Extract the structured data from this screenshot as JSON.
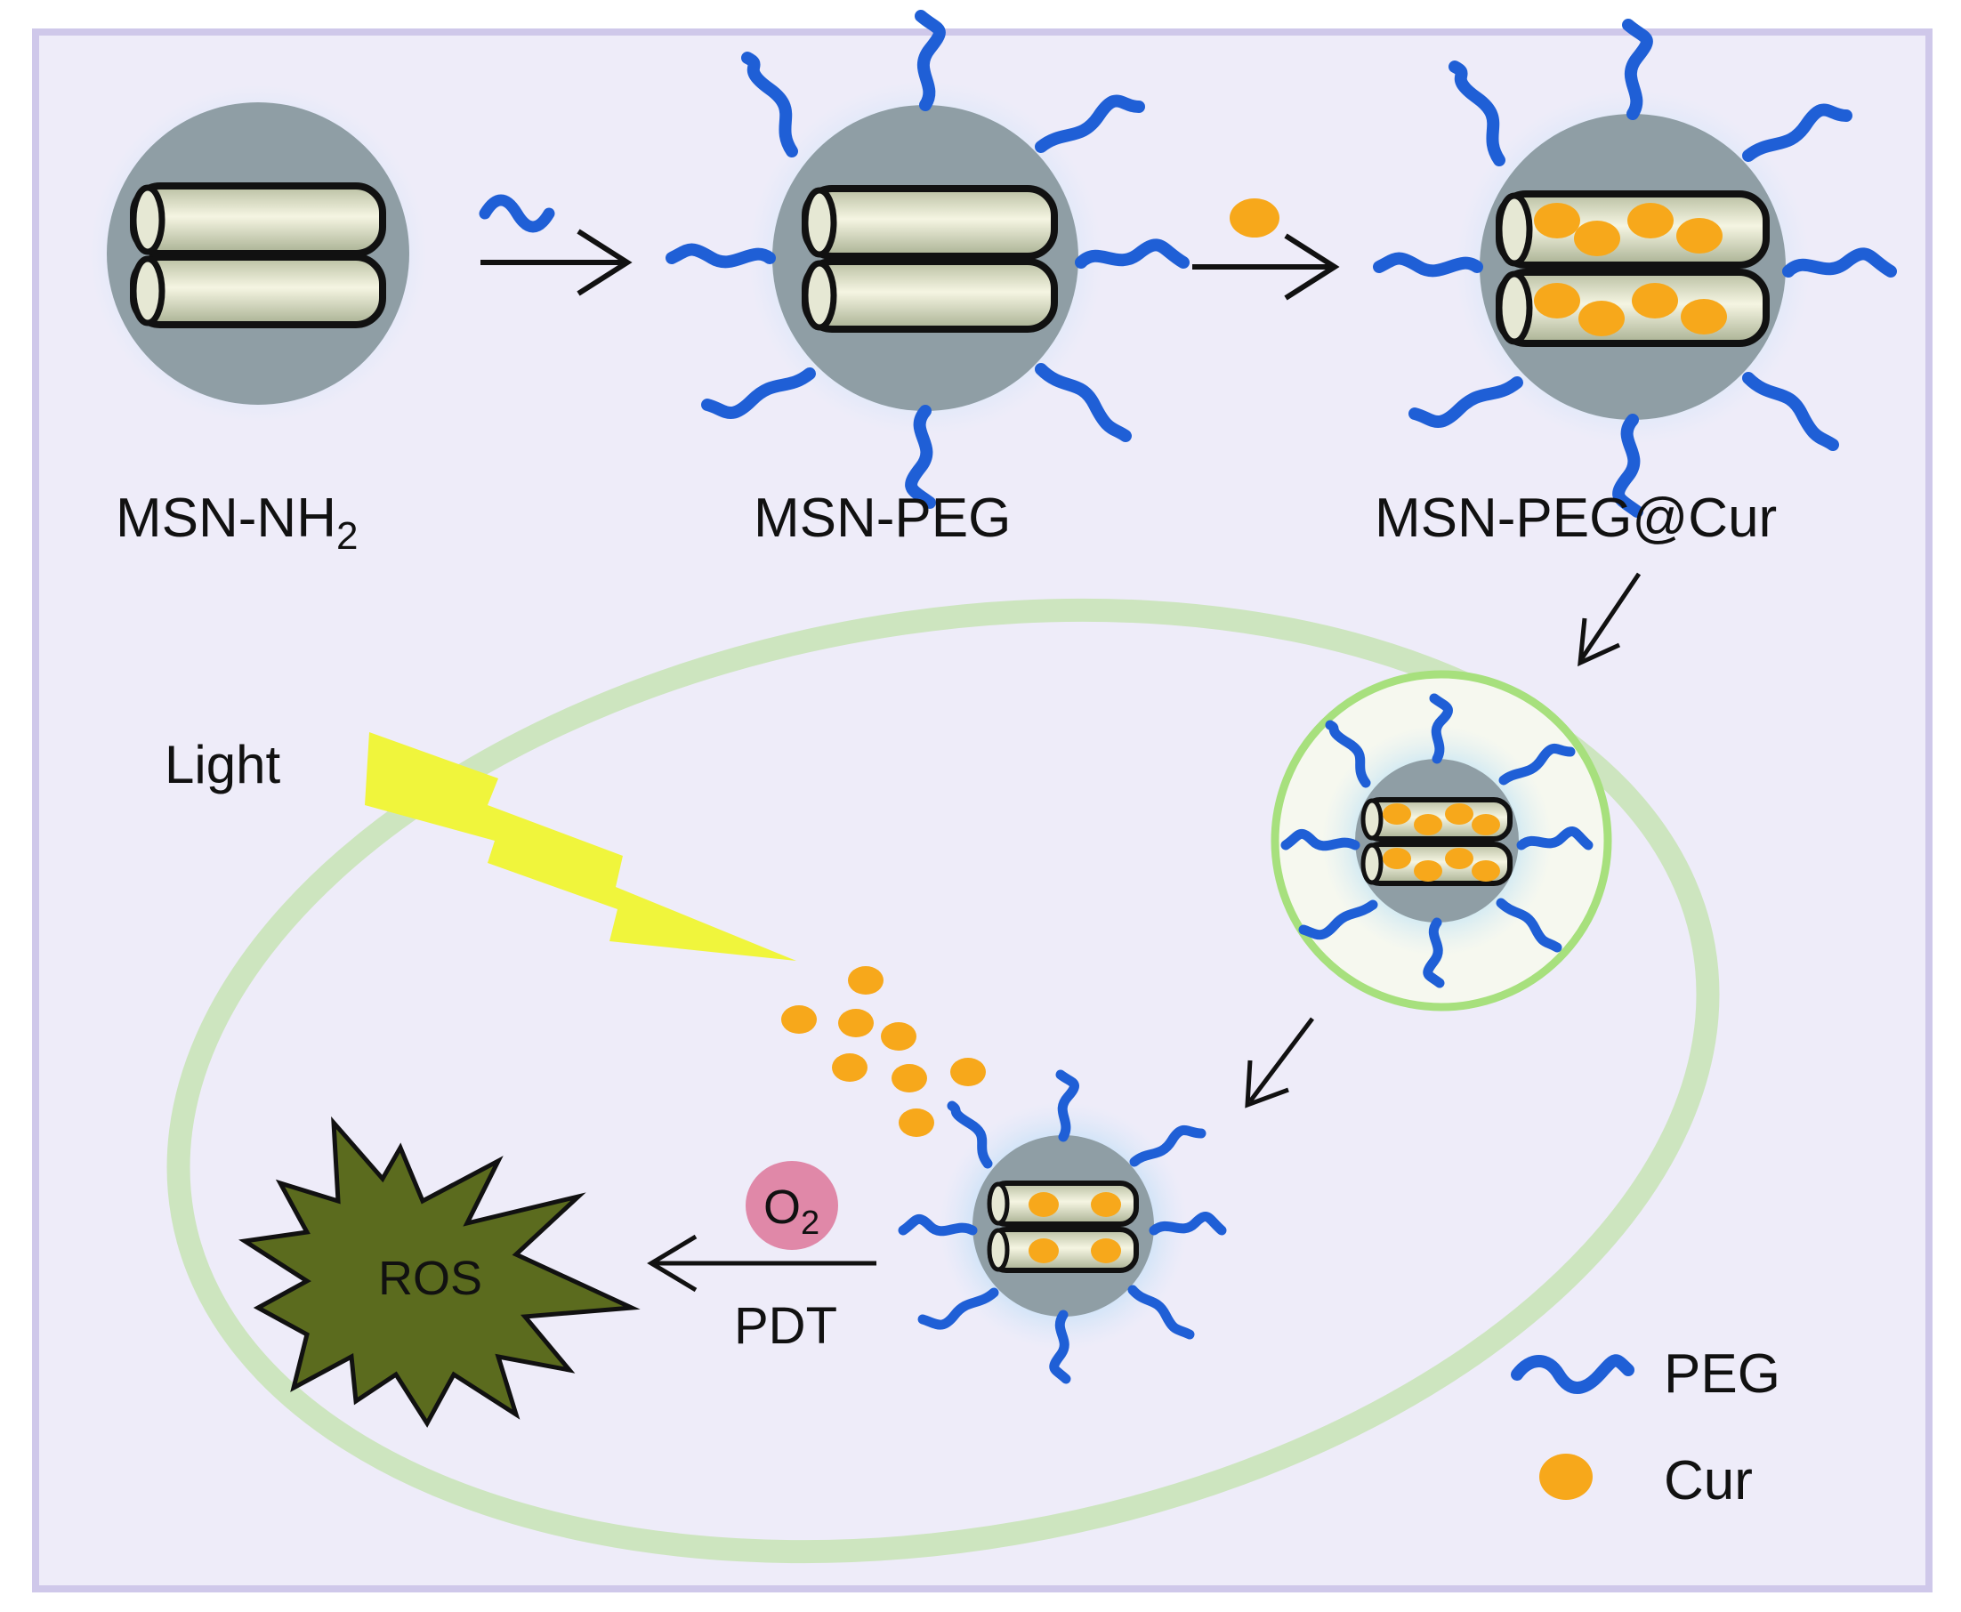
{
  "labels": {
    "msn_nh2": {
      "base": "MSN-NH",
      "sub": "2"
    },
    "msn_peg": "MSN-PEG",
    "msn_peg_cur": "MSN-PEG@Cur",
    "light": "Light",
    "ros": "ROS",
    "o2": {
      "base": "O",
      "sub": "2"
    },
    "pdt": "PDT"
  },
  "legend": {
    "items": [
      {
        "label": "PEG",
        "icon": "peg-wave-icon"
      },
      {
        "label": "Cur",
        "icon": "cur-dot-icon"
      }
    ]
  },
  "colors": {
    "background": "#eeecf9",
    "frame": "#cfc8ea",
    "peg": "#1f5fd6",
    "cur": "#f7a81b",
    "particle": "#8f9ea5",
    "glow": "#58b4ee",
    "cell_membrane": "#cde5bf",
    "endosome": "#a7e07d",
    "lightning": "#f0f53c",
    "ros_star": "#5b6b1e",
    "o2_bubble": "#e088a8"
  }
}
